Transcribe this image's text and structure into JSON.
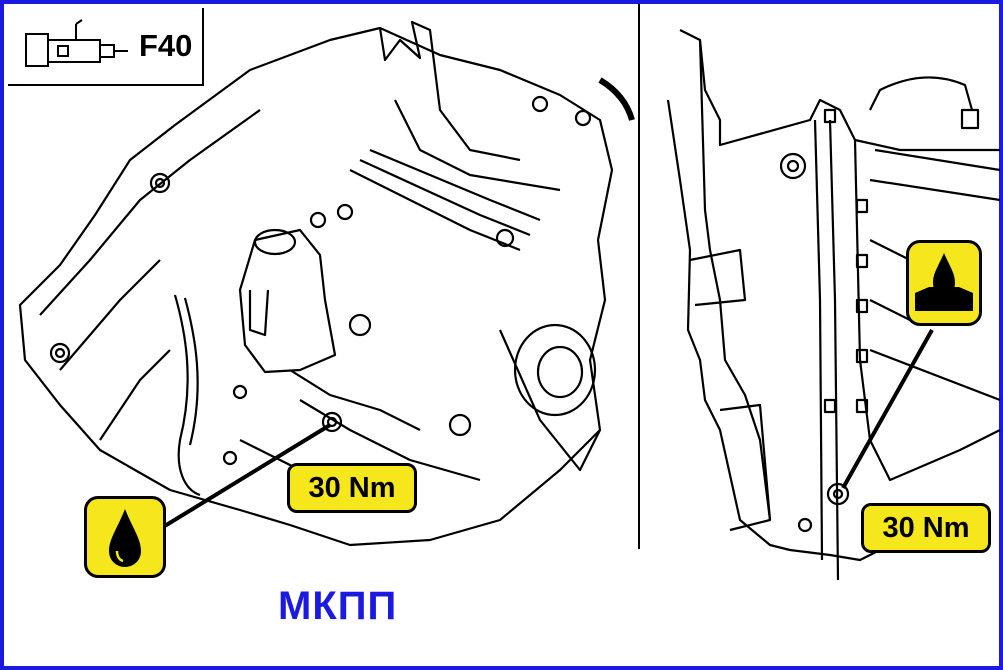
{
  "gearbox_badge": {
    "label": "F40",
    "icon": "gearbox-icon"
  },
  "left_view": {
    "torque_label": "30 Nm",
    "oil_icon": "oil-drop-icon"
  },
  "right_view": {
    "torque_label": "30 Nm",
    "oil_icon": "oil-level-icon"
  },
  "caption": "МКПП",
  "colors": {
    "frame": "#1a1ae0",
    "label_fill": "#f6e61c",
    "caption": "#1a1ae0"
  }
}
